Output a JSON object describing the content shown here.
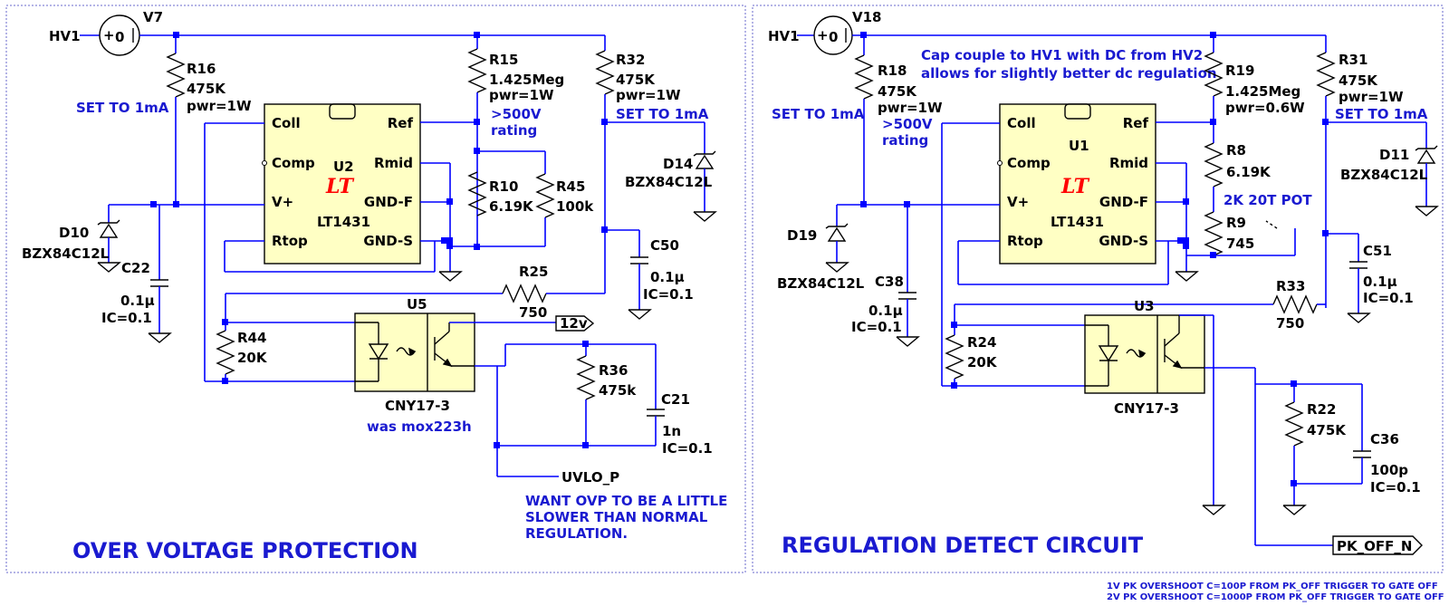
{
  "colors": {
    "wire": "#0000ff",
    "component": "#000000",
    "note": "#1a1ad0",
    "chip_fill": "#ffffc4",
    "logo": "#ff0000"
  },
  "left": {
    "title": "OVER VOLTAGE PROTECTION",
    "hv_label": "HV1",
    "source": {
      "ref": "V7",
      "value": "0"
    },
    "r16": {
      "ref": "R16",
      "value": "475K",
      "pwr": "pwr=1W"
    },
    "set_note": "SET TO 1mA",
    "r15": {
      "ref": "R15",
      "value": "1.425Meg",
      "pwr": "pwr=1W"
    },
    "rating_note": [
      ">500V",
      "rating"
    ],
    "r32": {
      "ref": "R32",
      "value": "475K",
      "pwr": "pwr=1W"
    },
    "set_note2": "SET TO 1mA",
    "ic": {
      "ref": "U2",
      "part": "LT1431",
      "pins": [
        "Coll",
        "Comp",
        "V+",
        "Rtop",
        "Ref",
        "Rmid",
        "GND-F",
        "GND-S"
      ]
    },
    "d14": {
      "ref": "D14",
      "part": "BZX84C12L"
    },
    "d10": {
      "ref": "D10",
      "part": "BZX84C12L"
    },
    "r10": {
      "ref": "R10",
      "value": "6.19K"
    },
    "r45": {
      "ref": "R45",
      "value": "100k"
    },
    "c22": {
      "ref": "C22",
      "value": "0.1μ",
      "ic": "IC=0.1"
    },
    "c50": {
      "ref": "C50",
      "value": "0.1μ",
      "ic": "IC=0.1"
    },
    "r25": {
      "ref": "R25",
      "value": "750"
    },
    "opto": {
      "ref": "U5",
      "part": "CNY17-3",
      "note": "was mox223h"
    },
    "r44": {
      "ref": "R44",
      "value": "20K"
    },
    "r36": {
      "ref": "R36",
      "value": "475k"
    },
    "c21": {
      "ref": "C21",
      "value": "1n",
      "ic": "IC=0.1"
    },
    "net_12v": "12v",
    "net_uvlo": "UVLO_P",
    "ovp_note": [
      "WANT OVP TO BE A LITTLE",
      "SLOWER THAN NORMAL",
      "REGULATION."
    ]
  },
  "right": {
    "title": "REGULATION DETECT CIRCUIT",
    "hv_label": "HV1",
    "source": {
      "ref": "V18",
      "value": "0"
    },
    "cap_note": [
      "Cap couple to HV1 with DC from HV2",
      "allows for slightly better dc regulation"
    ],
    "r18": {
      "ref": "R18",
      "value": "475K",
      "pwr": "pwr=1W"
    },
    "set_note": "SET TO 1mA",
    "rating_note": [
      ">500V",
      "rating"
    ],
    "r19": {
      "ref": "R19",
      "value": "1.425Meg",
      "pwr": "pwr=0.6W"
    },
    "r31": {
      "ref": "R31",
      "value": "475K",
      "pwr": "pwr=1W"
    },
    "set_note2": "SET TO 1mA",
    "ic": {
      "ref": "U1",
      "part": "LT1431",
      "pins": [
        "Coll",
        "Comp",
        "V+",
        "Rtop",
        "Ref",
        "Rmid",
        "GND-F",
        "GND-S"
      ]
    },
    "r8": {
      "ref": "R8",
      "value": "6.19K"
    },
    "pot_note": "2K 20T POT",
    "r9": {
      "ref": "R9",
      "value": "745"
    },
    "d11": {
      "ref": "D11",
      "part": "BZX84C12L"
    },
    "d19": {
      "ref": "D19",
      "part": "BZX84C12L"
    },
    "c38": {
      "ref": "C38",
      "value": "0.1μ",
      "ic": "IC=0.1"
    },
    "c51": {
      "ref": "C51",
      "value": "0.1μ",
      "ic": "IC=0.1"
    },
    "r33": {
      "ref": "R33",
      "value": "750"
    },
    "opto": {
      "ref": "U3",
      "part": "CNY17-3"
    },
    "r24": {
      "ref": "R24",
      "value": "20K"
    },
    "r22": {
      "ref": "R22",
      "value": "475K"
    },
    "c36": {
      "ref": "C36",
      "value": "100p",
      "ic": "IC=0.1"
    },
    "net_pk": "PK_OFF_N"
  },
  "footer": [
    "1V PK OVERSHOOT C=100P   FROM PK_OFF TRIGGER TO GATE OFF",
    "2V PK OVERSHOOT C=1000P FROM PK_OFF TRIGGER TO GATE OFF"
  ]
}
